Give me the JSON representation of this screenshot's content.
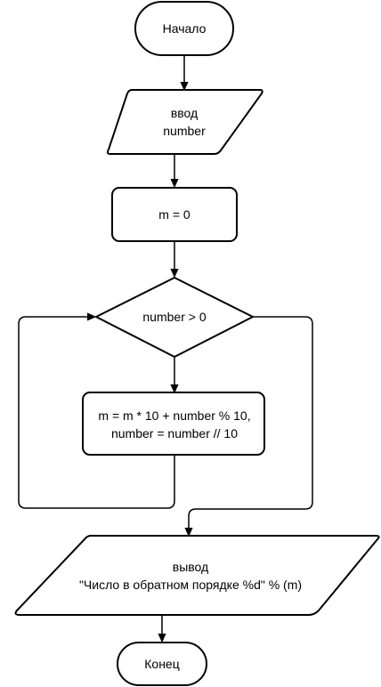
{
  "diagram": {
    "nodes": {
      "start": {
        "label": "Начало",
        "shape": "terminator"
      },
      "input": {
        "lines": [
          "ввод",
          "number"
        ],
        "shape": "parallelogram"
      },
      "init": {
        "label": "m = 0",
        "shape": "process"
      },
      "condition": {
        "label": "number > 0",
        "shape": "decision"
      },
      "body": {
        "lines": [
          "m = m * 10 + number % 10,",
          "number = number // 10"
        ],
        "shape": "process"
      },
      "output": {
        "lines": [
          "вывод",
          "\"Число в обратном порядке %d\" % (m)"
        ],
        "shape": "parallelogram"
      },
      "end": {
        "label": "Конец",
        "shape": "terminator"
      }
    },
    "edges": [
      {
        "from": "start",
        "to": "input"
      },
      {
        "from": "input",
        "to": "init"
      },
      {
        "from": "init",
        "to": "condition"
      },
      {
        "from": "condition",
        "to": "body",
        "branch": "true"
      },
      {
        "from": "body",
        "to": "condition",
        "kind": "loop-back"
      },
      {
        "from": "condition",
        "to": "output",
        "branch": "false"
      },
      {
        "from": "output",
        "to": "end"
      }
    ]
  }
}
